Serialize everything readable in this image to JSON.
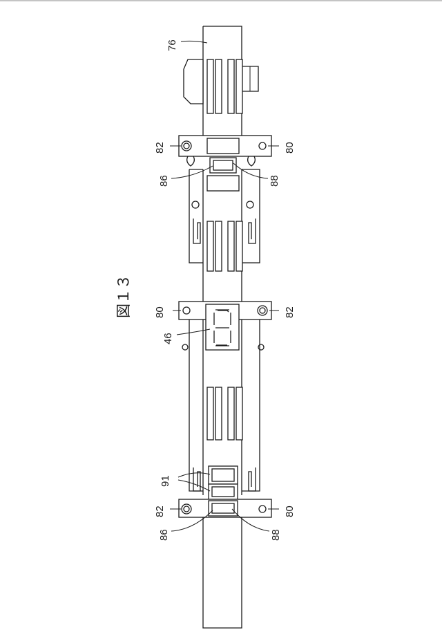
{
  "figure": {
    "title": "図１３"
  },
  "labels": {
    "ref_76": "76",
    "ref_46": "46",
    "ref_91": "91",
    "ref_80": "80",
    "ref_82": "82",
    "ref_86": "86",
    "ref_88": "88"
  }
}
